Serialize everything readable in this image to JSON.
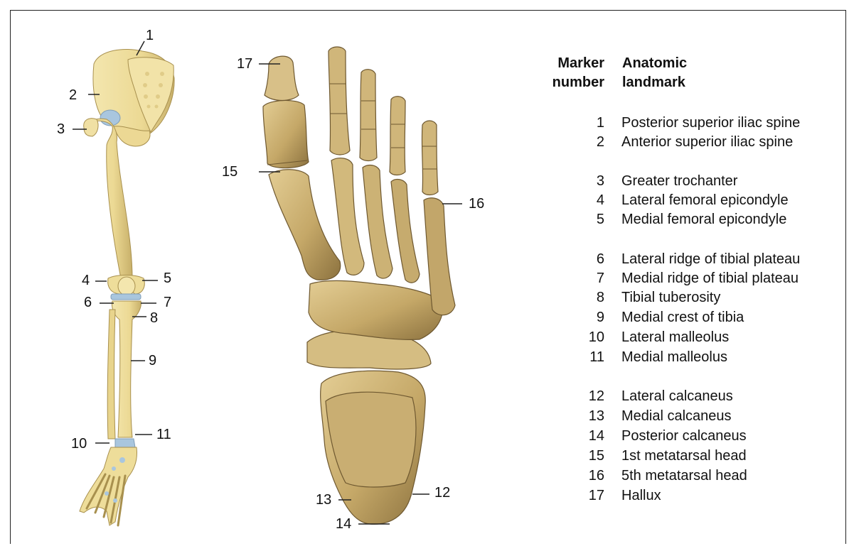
{
  "legend": {
    "header_number": [
      "Marker",
      "number"
    ],
    "header_landmark": [
      "Anatomic",
      "landmark"
    ],
    "rows": [
      {
        "number": "1",
        "name": "Posterior superior iliac spine"
      },
      {
        "number": "2",
        "name": "Anterior superior iliac spine"
      },
      {
        "number": "3",
        "name": "Greater trochanter"
      },
      {
        "number": "4",
        "name": "Lateral femoral epicondyle"
      },
      {
        "number": "5",
        "name": "Medial femoral epicondyle"
      },
      {
        "number": "6",
        "name": "Lateral ridge of tibial plateau"
      },
      {
        "number": "7",
        "name": "Medial ridge of tibial plateau"
      },
      {
        "number": "8",
        "name": "Tibial tuberosity"
      },
      {
        "number": "9",
        "name": "Medial crest of tibia"
      },
      {
        "number": "10",
        "name": "Lateral malleolus"
      },
      {
        "number": "11",
        "name": "Medial malleolus"
      },
      {
        "number": "12",
        "name": "Lateral calcaneus"
      },
      {
        "number": "13",
        "name": "Medial calcaneus"
      },
      {
        "number": "14",
        "name": "Posterior calcaneus"
      },
      {
        "number": "15",
        "name": "1st metatarsal head"
      },
      {
        "number": "16",
        "name": "5th metatarsal head"
      },
      {
        "number": "17",
        "name": "Hallux"
      }
    ]
  },
  "markers": {
    "m1": "1",
    "m2": "2",
    "m3": "3",
    "m4": "4",
    "m5": "5",
    "m6": "6",
    "m7": "7",
    "m8": "8",
    "m9": "9",
    "m10": "10",
    "m11": "11",
    "m12": "12",
    "m13": "13",
    "m14": "14",
    "m15": "15",
    "m16": "16",
    "m17": "17"
  },
  "colors": {
    "bone_leg": "#eedd9a",
    "bone_leg_shadow": "#c9b46a",
    "cartilage": "#a9c6de",
    "bone_foot": "#c9ae72",
    "bone_foot_dark": "#8a7040",
    "bone_foot_light": "#e2cc92"
  }
}
